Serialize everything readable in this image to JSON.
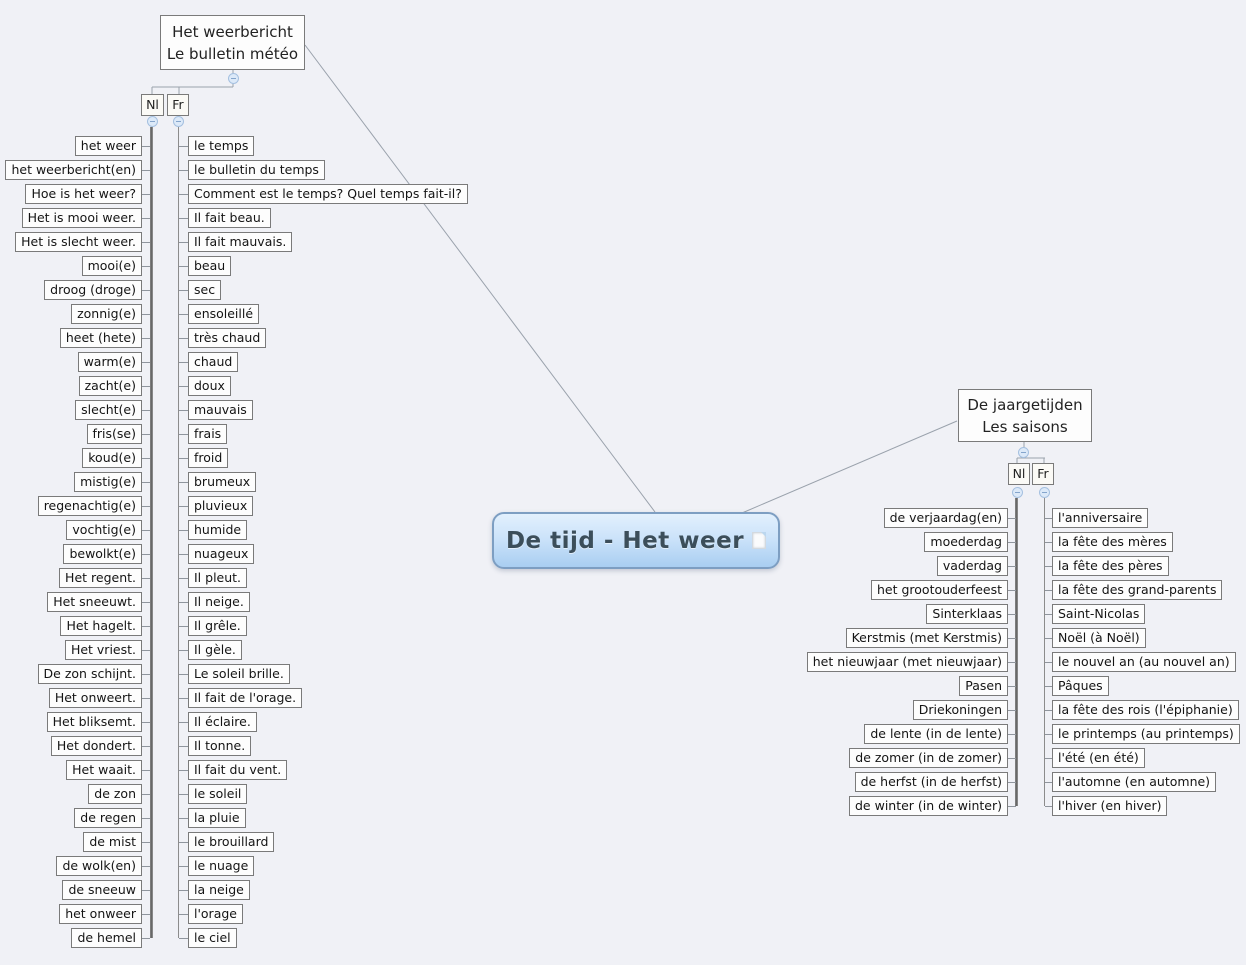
{
  "page": {
    "background": "#f0f1f6"
  },
  "root_node": {
    "label": "De tijd - Het weer"
  },
  "branches": [
    {
      "title_nl": "Het weerbericht",
      "title_fr": "Le bulletin météo",
      "tags": {
        "nl": "Nl",
        "fr": "Fr"
      },
      "nl_items": [
        "het weer",
        "het weerbericht(en)",
        "Hoe is het weer?",
        "Het is mooi weer.",
        "Het is slecht weer.",
        "mooi(e)",
        "droog (droge)",
        "zonnig(e)",
        "heet (hete)",
        "warm(e)",
        "zacht(e)",
        "slecht(e)",
        "fris(se)",
        "koud(e)",
        "mistig(e)",
        "regenachtig(e)",
        "vochtig(e)",
        "bewolkt(e)",
        "Het regent.",
        "Het sneeuwt.",
        "Het hagelt.",
        "Het vriest.",
        "De zon schijnt.",
        "Het onweert.",
        "Het bliksemt.",
        "Het dondert.",
        "Het waait.",
        "de zon",
        "de regen",
        "de mist",
        "de wolk(en)",
        "de sneeuw",
        "het onweer",
        "de hemel"
      ],
      "fr_items": [
        "le temps",
        "le bulletin du temps",
        "Comment est le temps? Quel temps fait-il?",
        "Il fait beau.",
        "Il fait mauvais.",
        "beau",
        "sec",
        "ensoleillé",
        "très chaud",
        "chaud",
        "doux",
        "mauvais",
        "frais",
        "froid",
        "brumeux",
        "pluvieux",
        "humide",
        "nuageux",
        "Il pleut.",
        "Il neige.",
        "Il grêle.",
        "Il gèle.",
        "Le soleil brille.",
        "Il fait de l'orage.",
        "Il éclaire.",
        "Il tonne.",
        "Il fait du vent.",
        "le soleil",
        "la pluie",
        "le brouillard",
        "le nuage",
        "la neige",
        "l'orage",
        "le ciel"
      ]
    },
    {
      "title_nl": "De jaargetijden",
      "title_fr": "Les saisons",
      "tags": {
        "nl": "Nl",
        "fr": "Fr"
      },
      "nl_items": [
        "de verjaardag(en)",
        "moederdag",
        "vaderdag",
        "het grootouderfeest",
        "Sinterklaas",
        "Kerstmis (met Kerstmis)",
        "het nieuwjaar (met nieuwjaar)",
        "Pasen",
        "Driekoningen",
        "de lente (in de lente)",
        "de zomer (in de zomer)",
        "de herfst (in de herfst)",
        "de winter (in de winter)"
      ],
      "fr_items": [
        "l'anniversaire",
        "la fête des mères",
        "la fête des pères",
        "la fête des grand-parents",
        "Saint-Nicolas",
        "Noël (à Noël)",
        "le nouvel an (au nouvel an)",
        "Pâques",
        "la fête des rois (l'épiphanie)",
        "le printemps (au printemps)",
        "l'été (en été)",
        "l'automne (en automne)",
        "l'hiver (en hiver)"
      ]
    }
  ],
  "colors": {
    "background": "#f0f1f6",
    "node_border": "#7a7a7a",
    "edge_line": "#9aa2ac",
    "root_border": "#7d9ec2",
    "root_fill_top": "#e2f0fd",
    "root_fill_bottom": "#a9cef1",
    "root_text": "#3c4e5a",
    "collapse_fill": "#dce9f8",
    "collapse_border": "#a5c0e0"
  }
}
